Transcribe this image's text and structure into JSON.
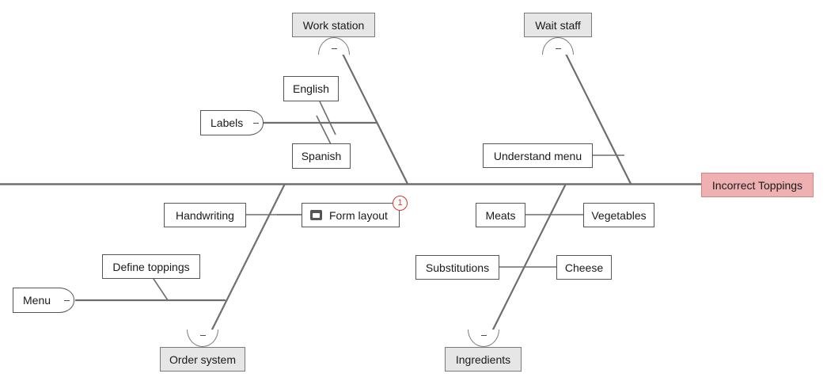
{
  "diagram": {
    "type": "fishbone-ishikawa",
    "effect": {
      "label": "Incorrect Toppings",
      "fill_color": "#eeb0b0",
      "border_color": "#d08585"
    },
    "spine_color": "#6e6e6e",
    "category_fill_color": "#e6e6e6",
    "cause_fill_color": "#ffffff",
    "categories": [
      {
        "id": "work-station",
        "label": "Work station",
        "position": "top-left",
        "collapse_toggle": "minus",
        "causes": [
          {
            "id": "labels",
            "label": "Labels",
            "collapse_toggle": "minus",
            "sub_causes": [
              {
                "id": "english",
                "label": "English"
              },
              {
                "id": "spanish",
                "label": "Spanish"
              }
            ]
          }
        ]
      },
      {
        "id": "wait-staff",
        "label": "Wait staff",
        "position": "top-right",
        "collapse_toggle": "minus",
        "causes": [
          {
            "id": "understand-menu",
            "label": "Understand menu"
          }
        ]
      },
      {
        "id": "order-system",
        "label": "Order system",
        "position": "bottom-left",
        "collapse_toggle": "minus",
        "causes": [
          {
            "id": "handwriting",
            "label": "Handwriting"
          },
          {
            "id": "form-layout",
            "label": "Form layout",
            "icon": "note-icon",
            "badge": "1",
            "badge_color": "#d63a31"
          },
          {
            "id": "menu",
            "label": "Menu",
            "collapse_toggle": "minus",
            "sub_causes": [
              {
                "id": "define-toppings",
                "label": "Define toppings"
              }
            ]
          }
        ]
      },
      {
        "id": "ingredients",
        "label": "Ingredients",
        "position": "bottom-right",
        "collapse_toggle": "minus",
        "causes": [
          {
            "id": "meats",
            "label": "Meats"
          },
          {
            "id": "vegetables",
            "label": "Vegetables"
          },
          {
            "id": "substitutions",
            "label": "Substitutions"
          },
          {
            "id": "cheese",
            "label": "Cheese"
          }
        ]
      }
    ]
  }
}
